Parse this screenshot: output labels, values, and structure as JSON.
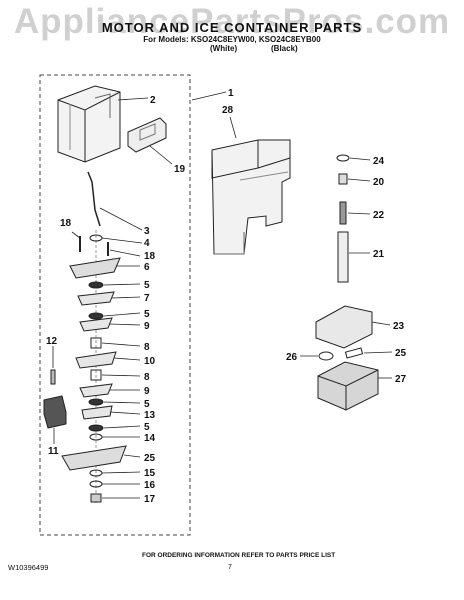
{
  "watermark": "AppliancePartsPros.com",
  "header": {
    "title": "MOTOR AND ICE CONTAINER PARTS",
    "models": "For Models: KSO24C8EYW00, KSO24C8EYB00",
    "variant_white": "(White)",
    "variant_black": "(Black)"
  },
  "footer": {
    "ordering_note": "FOR ORDERING INFORMATION REFER TO PARTS PRICE LIST",
    "document_number": "W10396499",
    "page_number": "7"
  },
  "callouts": [
    "1",
    "2",
    "19",
    "3",
    "18",
    "4",
    "18",
    "6",
    "5",
    "7",
    "5",
    "9",
    "8",
    "10",
    "8",
    "9",
    "5",
    "13",
    "5",
    "14",
    "12",
    "11",
    "25",
    "15",
    "16",
    "17",
    "28",
    "24",
    "20",
    "22",
    "21",
    "23",
    "26",
    "25",
    "27"
  ]
}
